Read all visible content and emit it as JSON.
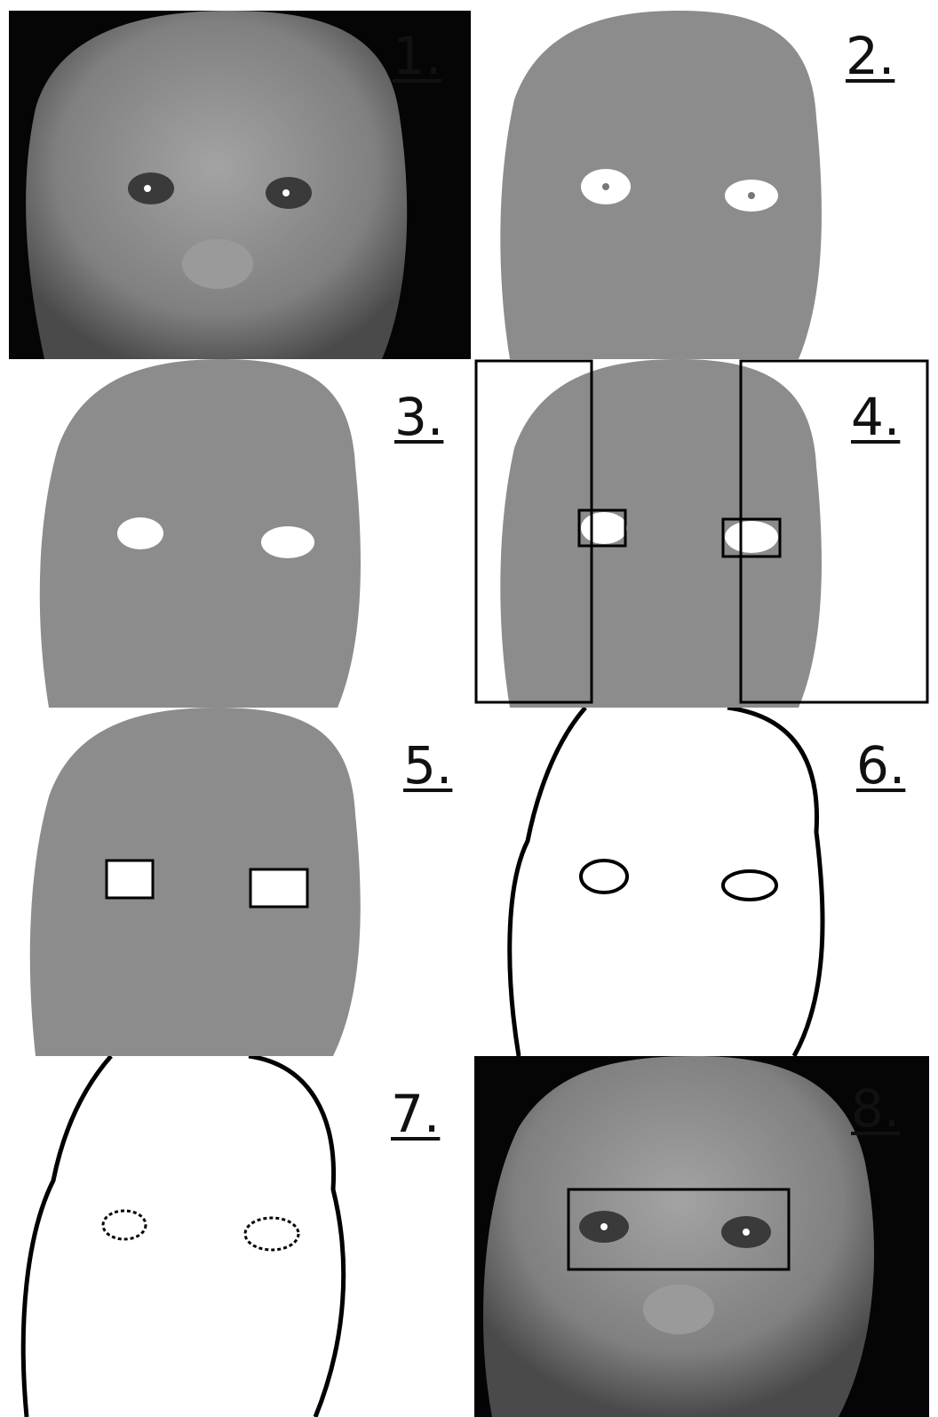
{
  "panels": [
    {
      "id": "p1",
      "label": "1."
    },
    {
      "id": "p2",
      "label": "2."
    },
    {
      "id": "p3",
      "label": "3."
    },
    {
      "id": "p4",
      "label": "4."
    },
    {
      "id": "p5",
      "label": "5."
    },
    {
      "id": "p6",
      "label": "6."
    },
    {
      "id": "p7",
      "label": "7."
    },
    {
      "id": "p8",
      "label": "8."
    }
  ],
  "colors": {
    "skin": "#8c8c8c",
    "skin_dark": "#6e6e6e",
    "background_dark": "#050505",
    "outline": "#000000",
    "eye_fill": "#ffffff"
  }
}
